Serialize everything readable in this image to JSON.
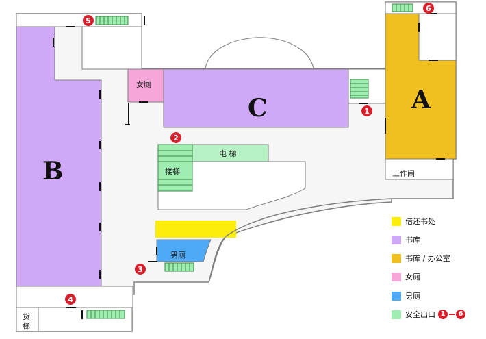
{
  "colors": {
    "library_stacks": "#cfa8f7",
    "office": "#f0bf20",
    "circulation": "#fcee0a",
    "womens_restroom": "#f6a6d8",
    "mens_restroom": "#4ea9f6",
    "exit": "#9eeeb2",
    "exit_marker": "#d8202c",
    "wall": "#7f7f7f",
    "floor": "#f6f6f6"
  },
  "rooms": {
    "a": "A",
    "b": "B",
    "c": "C",
    "womens_restroom": "女厕",
    "mens_restroom": "男厕",
    "elevator": "电  梯",
    "stairs": "楼梯",
    "workroom": "工作间",
    "freight_elevator": "货梯"
  },
  "exits": [
    "1",
    "2",
    "3",
    "4",
    "5",
    "6"
  ],
  "legend": [
    {
      "label": "借还书处",
      "color": "#fcee0a"
    },
    {
      "label": "书库",
      "color": "#cfa8f7"
    },
    {
      "label": "书库 / 办公室",
      "color": "#f0bf20"
    },
    {
      "label": "女厕",
      "color": "#f6a6d8"
    },
    {
      "label": "男厕",
      "color": "#4ea9f6"
    },
    {
      "label": "安全出口",
      "color": "#9eeeb2",
      "range_start": "1",
      "range_end": "6"
    }
  ]
}
